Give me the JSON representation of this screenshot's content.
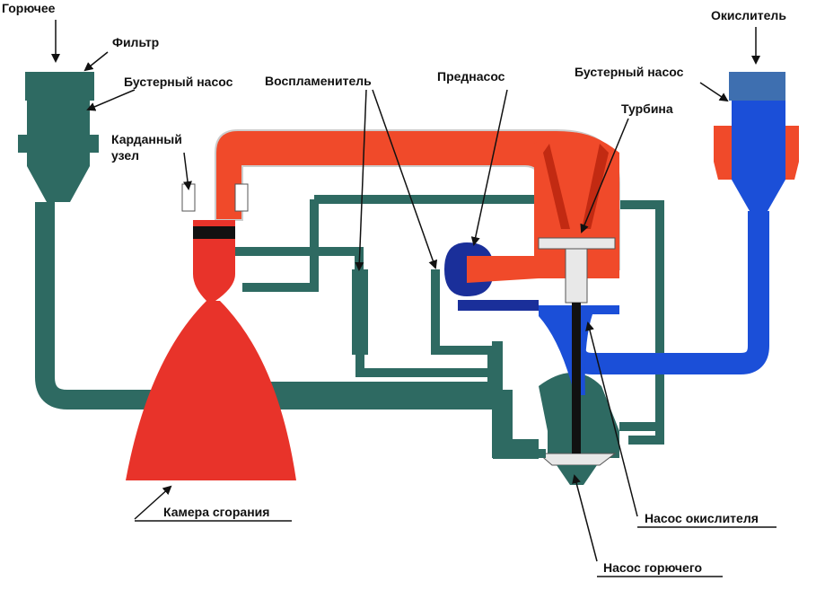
{
  "labels": {
    "fuel": "Горючее",
    "filter": "Фильтр",
    "booster_pump_left": "Бустерный насос",
    "gimbal_line1": "Карданный",
    "gimbal_line2": "узел",
    "igniter": "Воспламенитель",
    "prepump": "Преднасос",
    "oxidizer": "Окислитель",
    "booster_pump_right": "Бустерный насос",
    "turbine": "Турбина",
    "combustion_chamber": "Камера сгорания",
    "oxidizer_pump": "Насос окислителя",
    "fuel_pump": "Насос горючего"
  },
  "colors": {
    "fuel_line": "#2e6a62",
    "fuel_line_dark": "#1f4e48",
    "hot_gas": "#f04a2a",
    "chamber": "#e8332a",
    "oxidizer_line": "#1b4fd8",
    "oxidizer_dark": "#1a2f9a",
    "turbine_white": "#e8e8e8"
  }
}
